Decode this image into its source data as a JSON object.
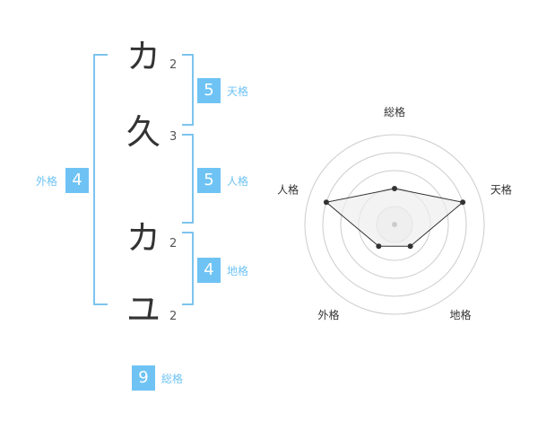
{
  "name": {
    "characters": [
      {
        "char": "カ",
        "strokes": "2"
      },
      {
        "char": "久",
        "strokes": "3"
      },
      {
        "char": "カ",
        "strokes": "2"
      },
      {
        "char": "ユ",
        "strokes": "2"
      }
    ]
  },
  "kakusuu": {
    "tenkaku": {
      "value": "5",
      "label": "天格"
    },
    "jinkaku": {
      "value": "5",
      "label": "人格"
    },
    "chikaku": {
      "value": "4",
      "label": "地格"
    },
    "gaikaku": {
      "value": "4",
      "label": "外格"
    },
    "soukaku": {
      "value": "9",
      "label": "総格"
    }
  },
  "colors": {
    "accent": "#6ec3f4",
    "bracket": "#7cc4ee",
    "char": "#333333"
  },
  "chart_data": {
    "type": "radar",
    "axes": [
      "総格",
      "天格",
      "地格",
      "外格",
      "人格"
    ],
    "values": [
      0.4,
      0.8,
      0.3,
      0.3,
      0.8
    ],
    "rings": 5
  }
}
